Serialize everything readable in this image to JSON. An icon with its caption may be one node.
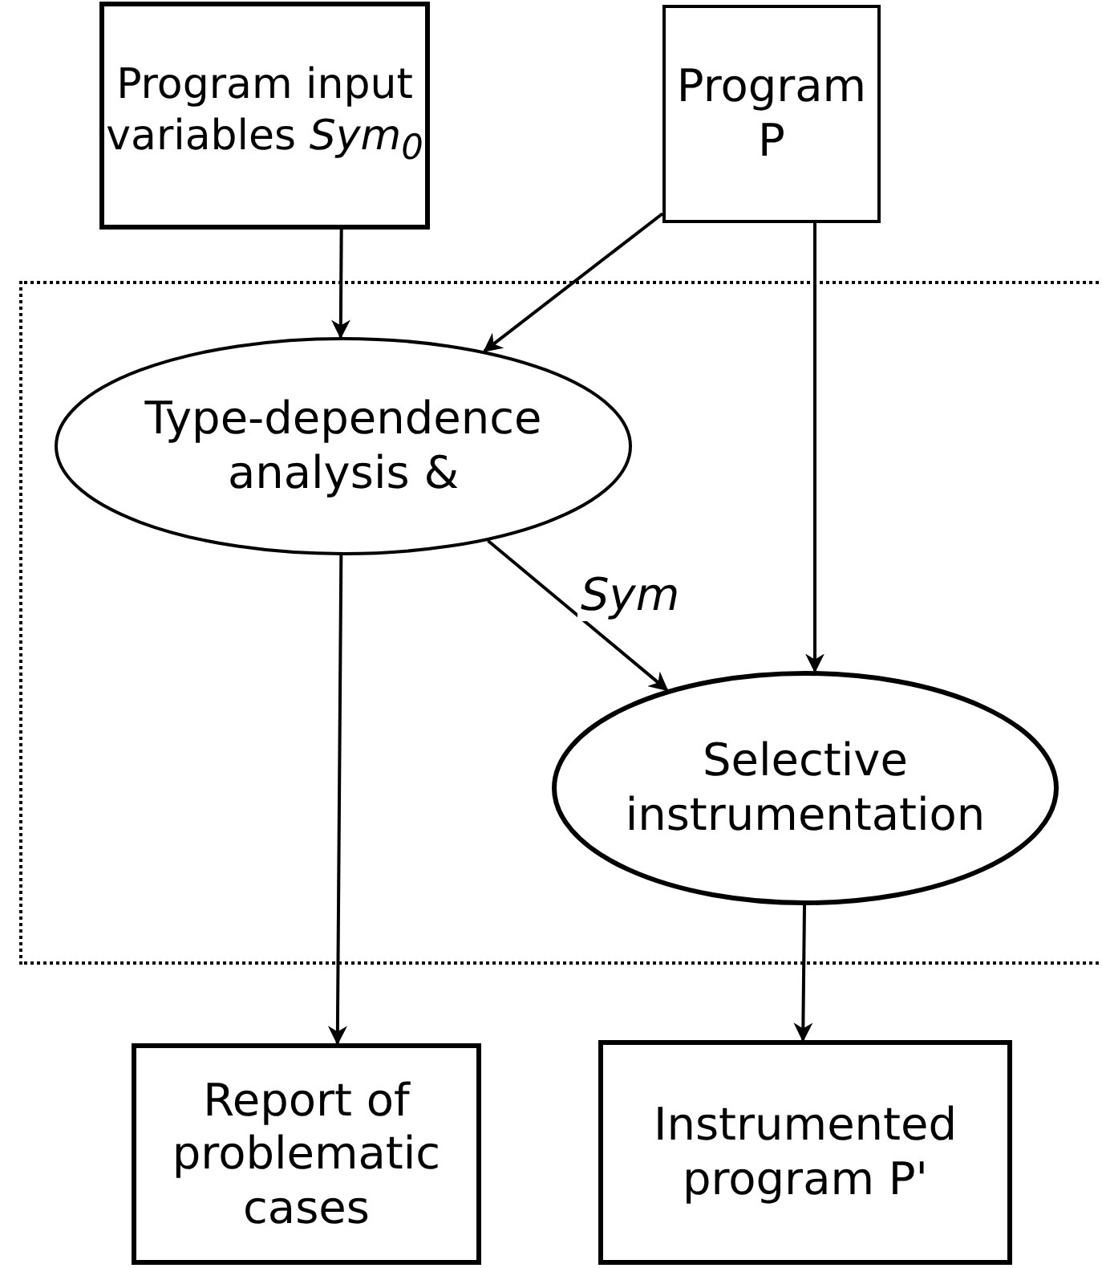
{
  "diagram": {
    "nodes": [
      {
        "text": [
          "Program input variables *Sym*$_{0}$"
        ]
      },
      {
        "text": [
          "Program P"
        ]
      },
      {
        "text": [],
        "shape": "box"
      },
      {
        "text": [
          "Type-dependence analysis &"
        ],
        "in": 2
      },
      {
        "text": [
          "Selective instrumentation"
        ],
        "in": 2
      },
      {
        "text": [
          "Report of problematic cases"
        ]
      },
      {
        "text": [
          "Instrumented program P'"
        ]
      }
    ],
    "edges": [
      {
        "from": 0,
        "to": 3,
        "arrow": "to"
      },
      {
        "from": 1,
        "to": 3,
        "arrow": "to"
      },
      {
        "from": 1,
        "to": 4,
        "arrow": "to"
      },
      {
        "from": 3,
        "to": 4,
        "arrow": "to",
        "label": "Sym"
      },
      {
        "from": 3,
        "to": 5,
        "arrow": "to"
      },
      {
        "from": 4,
        "to": 6,
        "arrow": "to"
      }
    ]
  }
}
